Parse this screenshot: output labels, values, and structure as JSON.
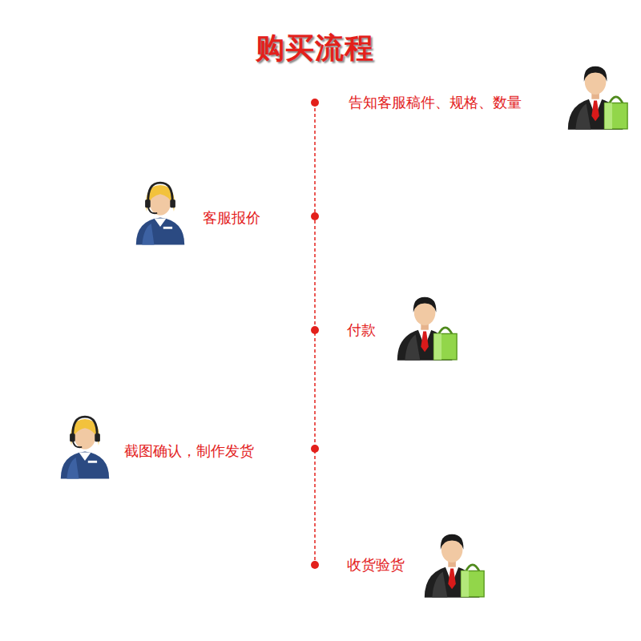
{
  "diagram": {
    "title": "购买流程",
    "labels": [
      "告知客服稿件、规格、数量",
      "客服报价",
      "付款",
      "截图确认，制作发货",
      "收货验货"
    ]
  }
}
